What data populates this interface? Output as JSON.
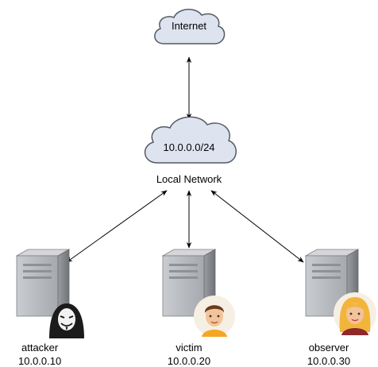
{
  "nodes": {
    "internet": {
      "label": "Internet",
      "icon": "cloud-icon"
    },
    "local_network": {
      "label": "10.0.0.0/24",
      "caption": "Local Network",
      "icon": "cloud-icon"
    },
    "attacker": {
      "name": "attacker",
      "ip": "10.0.0.10",
      "icon": "server-icon",
      "avatar": "hacker-mask-avatar"
    },
    "victim": {
      "name": "victim",
      "ip": "10.0.0.20",
      "icon": "server-icon",
      "avatar": "man-avatar"
    },
    "observer": {
      "name": "observer",
      "ip": "10.0.0.30",
      "icon": "server-icon",
      "avatar": "woman-avatar"
    }
  },
  "edges": [
    {
      "from": "internet",
      "to": "local_network",
      "style": "bidirectional-arrow"
    },
    {
      "from": "local_network",
      "to": "attacker",
      "style": "bidirectional-arrow"
    },
    {
      "from": "local_network",
      "to": "victim",
      "style": "bidirectional-arrow"
    },
    {
      "from": "local_network",
      "to": "observer",
      "style": "bidirectional-arrow"
    }
  ],
  "colors": {
    "cloud_fill": "#dde4f0",
    "cloud_stroke": "#555a63",
    "server_front": "#8a8d92",
    "server_side": "#b9bcc0",
    "arrow": "#000000"
  }
}
